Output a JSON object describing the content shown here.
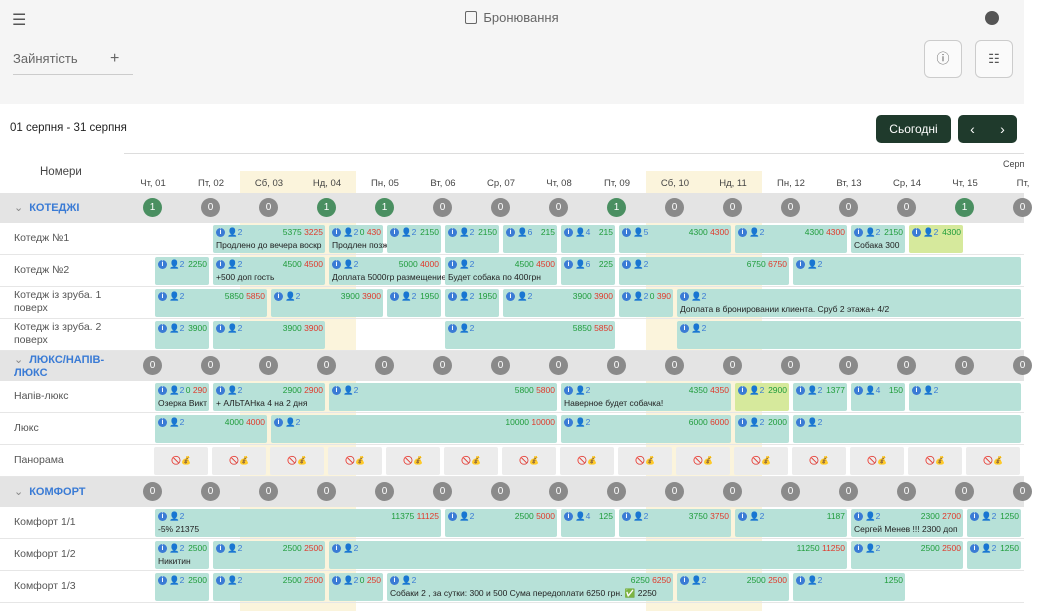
{
  "app_title": "Бронювання",
  "tab": {
    "label": "Зайнятість",
    "add": "+"
  },
  "date_range": "01 серпня - 31 серпня",
  "today_button": "Сьогодні",
  "rooms_header": "Номери",
  "month_label": "Серп",
  "days": [
    "Чт, 01",
    "Пт, 02",
    "Сб, 03",
    "Нд, 04",
    "Пн, 05",
    "Вт, 06",
    "Ср, 07",
    "Чт, 08",
    "Пт, 09",
    "Сб, 10",
    "Нд, 11",
    "Пн, 12",
    "Вт, 13",
    "Ср, 14",
    "Чт, 15",
    "Пт,"
  ],
  "categories": [
    {
      "name": "КОТЕДЖІ",
      "counts": [
        "1",
        "0",
        "0",
        "1",
        "1",
        "0",
        "0",
        "0",
        "1",
        "0",
        "0",
        "0",
        "0",
        "0",
        "1",
        "0"
      ],
      "rooms": [
        {
          "name": "Котедж №1",
          "bookings": [
            {
              "p": "2",
              "g": "5375",
              "r": "3225",
              "n": "Продлено до вечера воскр"
            },
            {
              "p": "2",
              "g": "0",
              "r": "430",
              "n": "Продлен позже"
            },
            {
              "p": "2",
              "g": "2150",
              "r": "",
              "n": ""
            },
            {
              "p": "2",
              "g": "2150",
              "r": "",
              "n": ""
            },
            {
              "p": "6",
              "g": "215",
              "r": "",
              "n": ""
            },
            {
              "p": "4",
              "g": "215",
              "r": "",
              "n": ""
            },
            {
              "p": "5",
              "g": "4300",
              "r": "4300",
              "n": ""
            },
            {
              "p": "2",
              "g": "4300",
              "r": "4300",
              "n": ""
            },
            {
              "p": "2",
              "g": "2150",
              "r": "",
              "n": "Собака 300"
            },
            {
              "p": "2",
              "g": "4300",
              "r": "",
              "n": ""
            }
          ]
        },
        {
          "name": "Котедж №2",
          "bookings": [
            {
              "p": "2",
              "g": "2250",
              "r": "",
              "n": ""
            },
            {
              "p": "2",
              "g": "4500",
              "r": "4500",
              "n": "+500 доп гость"
            },
            {
              "p": "2",
              "g": "5000",
              "r": "4000",
              "n": "Доплата 5000гр размещение"
            },
            {
              "p": "2",
              "g": "4500",
              "r": "4500",
              "n": "Будет собака по 400грн"
            },
            {
              "p": "6",
              "g": "225",
              "r": "",
              "n": ""
            },
            {
              "p": "2",
              "g": "6750",
              "r": "6750",
              "n": ""
            },
            {
              "p": "2",
              "g": "",
              "r": "",
              "n": ""
            }
          ]
        },
        {
          "name": "Котедж із зруба. 1 поверх",
          "bookings": [
            {
              "p": "2",
              "g": "5850",
              "r": "5850",
              "n": ""
            },
            {
              "p": "2",
              "g": "3900",
              "r": "3900",
              "n": ""
            },
            {
              "p": "2",
              "g": "1950",
              "r": "",
              "n": ""
            },
            {
              "p": "2",
              "g": "1950",
              "r": "",
              "n": ""
            },
            {
              "p": "2",
              "g": "3900",
              "r": "3900",
              "n": ""
            },
            {
              "p": "2",
              "g": "0",
              "r": "390",
              "n": ""
            },
            {
              "p": "2",
              "g": "",
              "r": "",
              "n": "Доплата в бронировании клиента. Сруб 2 этажа+ 4/2"
            }
          ]
        },
        {
          "name": "Котедж із зруба. 2 поверх",
          "bookings": [
            {
              "p": "2",
              "g": "3900",
              "r": "",
              "n": ""
            },
            {
              "p": "2",
              "g": "3900",
              "r": "3900",
              "n": ""
            },
            {
              "p": "2",
              "g": "5850",
              "r": "5850",
              "n": ""
            },
            {
              "p": "2",
              "g": "",
              "r": "",
              "n": ""
            }
          ]
        }
      ]
    },
    {
      "name": "ЛЮКС/НАПІВ-ЛЮКС",
      "counts": [
        "0",
        "0",
        "0",
        "0",
        "0",
        "0",
        "0",
        "0",
        "0",
        "0",
        "0",
        "0",
        "0",
        "0",
        "0",
        "0"
      ],
      "rooms": [
        {
          "name": "Напів-люкс",
          "bookings": [
            {
              "p": "2",
              "g": "0",
              "r": "290",
              "n": "Озерка Викт"
            },
            {
              "p": "2",
              "g": "2900",
              "r": "2900",
              "n": "+ АЛЬТАНка 4 на 2 дня"
            },
            {
              "p": "2",
              "g": "5800",
              "r": "5800",
              "n": ""
            },
            {
              "p": "2",
              "g": "4350",
              "r": "4350",
              "n": "Наверное будет собачка!"
            },
            {
              "p": "2",
              "g": "2900",
              "r": "",
              "n": ""
            },
            {
              "p": "2",
              "g": "1377",
              "r": "",
              "n": ""
            },
            {
              "p": "4",
              "g": "150",
              "r": "",
              "n": ""
            },
            {
              "p": "2",
              "g": "",
              "r": "",
              "n": ""
            }
          ]
        },
        {
          "name": "Люкс",
          "bookings": [
            {
              "p": "2",
              "g": "4000",
              "r": "4000",
              "n": ""
            },
            {
              "p": "2",
              "g": "10000",
              "r": "10000",
              "n": ""
            },
            {
              "p": "2",
              "g": "6000",
              "r": "6000",
              "n": ""
            },
            {
              "p": "2",
              "g": "2000",
              "r": "",
              "n": ""
            },
            {
              "p": "2",
              "g": "",
              "r": "",
              "n": ""
            }
          ]
        },
        {
          "name": "Панорама",
          "blocked": "🚫💰"
        }
      ]
    },
    {
      "name": "КОМФОРТ",
      "counts": [
        "0",
        "0",
        "0",
        "0",
        "0",
        "0",
        "0",
        "0",
        "0",
        "0",
        "0",
        "0",
        "0",
        "0",
        "0",
        "0"
      ],
      "rooms": [
        {
          "name": "Комфорт 1/1",
          "bookings": [
            {
              "p": "2",
              "g": "11375",
              "r": "11125",
              "n": "-5% 21375"
            },
            {
              "p": "2",
              "g": "2500",
              "r": "5000",
              "n": ""
            },
            {
              "p": "4",
              "g": "125",
              "r": "",
              "n": ""
            },
            {
              "p": "2",
              "g": "3750",
              "r": "3750",
              "n": ""
            },
            {
              "p": "2",
              "g": "1187",
              "r": "",
              "n": ""
            },
            {
              "p": "2",
              "g": "2300",
              "r": "2700",
              "n": "Сергей Менев !!! 2300 доп"
            },
            {
              "p": "2",
              "g": "1250",
              "r": "",
              "n": ""
            }
          ]
        },
        {
          "name": "Комфорт 1/2",
          "bookings": [
            {
              "p": "2",
              "g": "2500",
              "r": "",
              "n": "Никитин"
            },
            {
              "p": "2",
              "g": "2500",
              "r": "2500",
              "n": ""
            },
            {
              "p": "2",
              "g": "11250",
              "r": "11250",
              "n": ""
            },
            {
              "p": "2",
              "g": "2500",
              "r": "2500",
              "n": ""
            },
            {
              "p": "2",
              "g": "1250",
              "r": "",
              "n": ""
            }
          ]
        },
        {
          "name": "Комфорт 1/3",
          "bookings": [
            {
              "p": "2",
              "g": "2500",
              "r": "",
              "n": ""
            },
            {
              "p": "2",
              "g": "2500",
              "r": "2500",
              "n": ""
            },
            {
              "p": "2",
              "g": "0",
              "r": "250",
              "n": ""
            },
            {
              "p": "2",
              "g": "6250",
              "r": "6250",
              "n": "Собаки 2 , за сутки: 300 и 500 Сума передоплати 6250 грн. ✅ 2250"
            },
            {
              "p": "2",
              "g": "2500",
              "r": "2500",
              "n": ""
            },
            {
              "p": "2",
              "g": "1250",
              "r": "",
              "n": ""
            }
          ]
        }
      ]
    }
  ],
  "icons": {
    "menu": "menu-icon",
    "title": "calendar-icon",
    "user": "user-icon",
    "info": "info-icon",
    "filter": "filter-icon",
    "prev": "chevron-left-icon",
    "next": "chevron-right-icon"
  },
  "colors": {
    "booking": "#b7e1d8",
    "booking_highlight": "#d6e99c",
    "weekend": "#fbf4dc",
    "accent": "#1f3a2c",
    "paid": "#1f9c3b",
    "due": "#e0392b",
    "link": "#3a7bd5"
  }
}
